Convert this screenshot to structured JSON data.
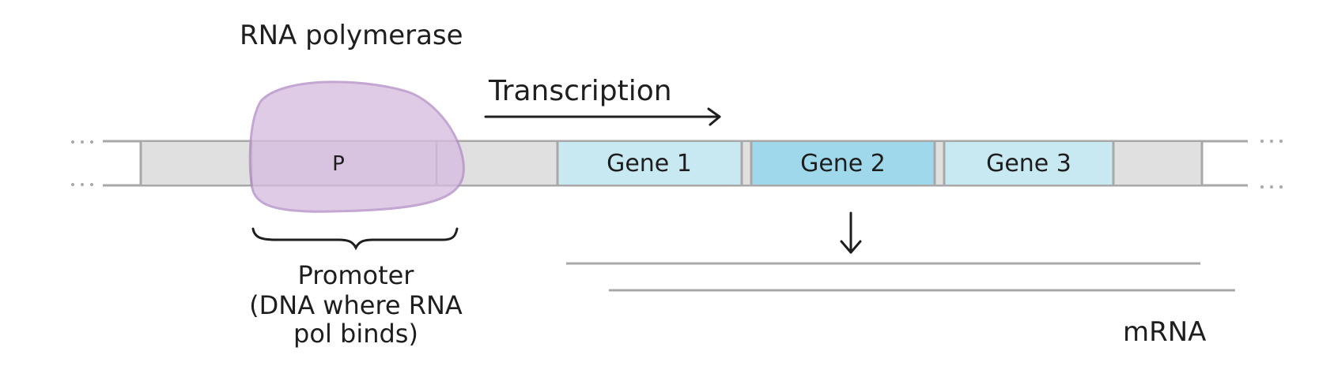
{
  "labels": {
    "rna_polymerase": "RNA polymerase",
    "transcription": "Transcription",
    "promoter_box": "P",
    "promoter_title": "Promoter",
    "promoter_desc_line1": "(DNA where RNA",
    "promoter_desc_line2": "pol binds)",
    "mrna": "mRNA"
  },
  "genes": [
    {
      "label": "Gene 1",
      "color": "#c8e8f2"
    },
    {
      "label": "Gene 2",
      "color": "#9fd8ea"
    },
    {
      "label": "Gene 3",
      "color": "#c8e8f2"
    }
  ],
  "colors": {
    "dna_segment": "#e0e0e0",
    "dna_line": "#a8a8a8",
    "polymerase_fill": "#d7bde0",
    "polymerase_stroke": "#b48ec6",
    "ink": "#1e1e1e"
  }
}
